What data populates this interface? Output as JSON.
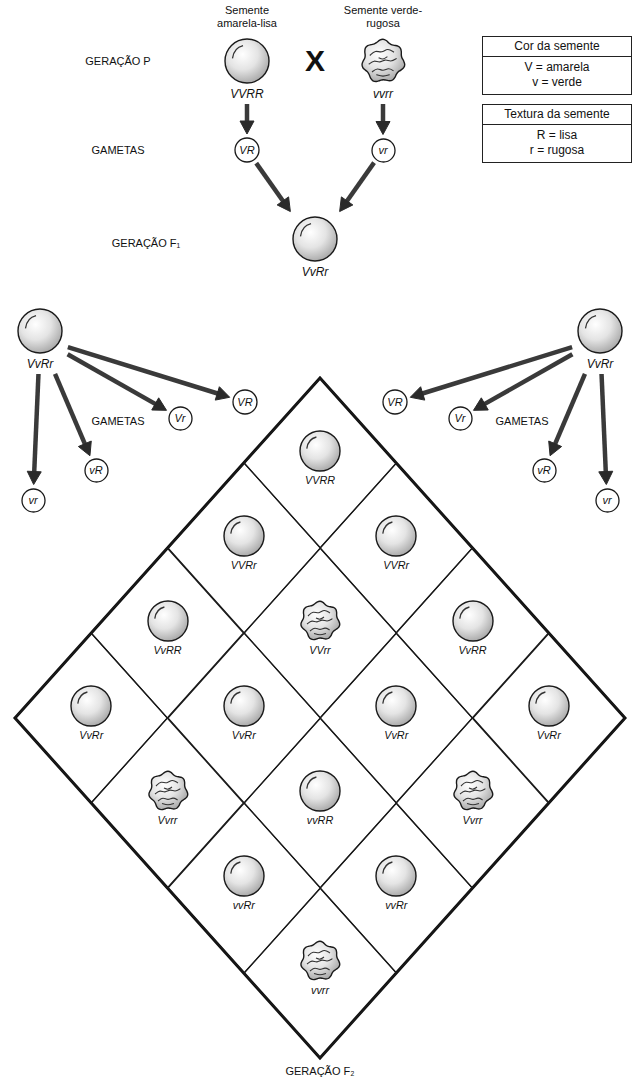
{
  "diagram": {
    "nodes": [
      {
        "text": [
          "Semente amarela-lisa",
          "VVRR"
        ]
      },
      {
        "text": [
          "Semente verde-rugosa",
          "vvrr"
        ]
      },
      {
        "text": [
          "Cor da semente",
          "V = amarela",
          "v = verde"
        ]
      },
      {
        "text": [
          "Textura da semente",
          "R = lisa",
          "r = rugosa"
        ]
      },
      {
        "text": [
          "VR"
        ]
      },
      {
        "text": [
          "vr"
        ]
      },
      {
        "text": [
          "VvRr"
        ]
      },
      {
        "text": [
          "VvRr"
        ]
      },
      {
        "text": [
          "VvRr"
        ]
      },
      {
        "text": [
          "VR"
        ]
      },
      {
        "text": [
          "VR"
        ]
      },
      {
        "text": [
          "Vr"
        ]
      },
      {
        "text": [
          "Vr"
        ]
      },
      {
        "text": [
          "vR"
        ]
      },
      {
        "text": [
          "vR"
        ]
      },
      {
        "text": [
          "vr"
        ]
      },
      {
        "text": [
          "vr"
        ]
      },
      {
        "text": [
          "VVRR"
        ]
      },
      {
        "text": [
          "VVRr"
        ]
      },
      {
        "text": [
          "VVRr"
        ]
      },
      {
        "text": [
          "VvRR"
        ]
      },
      {
        "text": [
          "VVrr"
        ]
      },
      {
        "text": [
          "VvRR"
        ]
      },
      {
        "text": [
          "VvRr"
        ]
      },
      {
        "text": [
          "VvRr"
        ]
      },
      {
        "text": [
          "VvRr"
        ]
      },
      {
        "text": [
          "VvRr"
        ]
      },
      {
        "text": [
          "Vvrr"
        ]
      },
      {
        "text": [
          "vvRR"
        ]
      },
      {
        "text": [
          "Vvrr"
        ]
      },
      {
        "text": [
          "vvRr"
        ]
      },
      {
        "text": [
          "vvRr"
        ]
      },
      {
        "text": [
          "vvrr"
        ]
      }
    ],
    "edges": [
      {
        "from": 0,
        "to": 4,
        "arrow": "to"
      },
      {
        "from": 1,
        "to": 5,
        "arrow": "to"
      },
      {
        "from": 4,
        "to": 6,
        "arrow": "to"
      },
      {
        "from": 5,
        "to": 6,
        "arrow": "to"
      },
      {
        "from": 7,
        "to": 9,
        "arrow": "to"
      },
      {
        "from": 7,
        "to": 11,
        "arrow": "to"
      },
      {
        "from": 7,
        "to": 13,
        "arrow": "to"
      },
      {
        "from": 7,
        "to": 15,
        "arrow": "to"
      },
      {
        "from": 8,
        "to": 10,
        "arrow": "to"
      },
      {
        "from": 8,
        "to": 12,
        "arrow": "to"
      },
      {
        "from": 8,
        "to": 14,
        "arrow": "to"
      },
      {
        "from": 8,
        "to": 16,
        "arrow": "to"
      }
    ],
    "labels": [
      "GERAÇÃO P",
      "X",
      "GAMETAS",
      "GERAÇÃO F₁",
      "GAMETAS",
      "GAMETAS",
      "GERAÇÃO F₂"
    ]
  }
}
